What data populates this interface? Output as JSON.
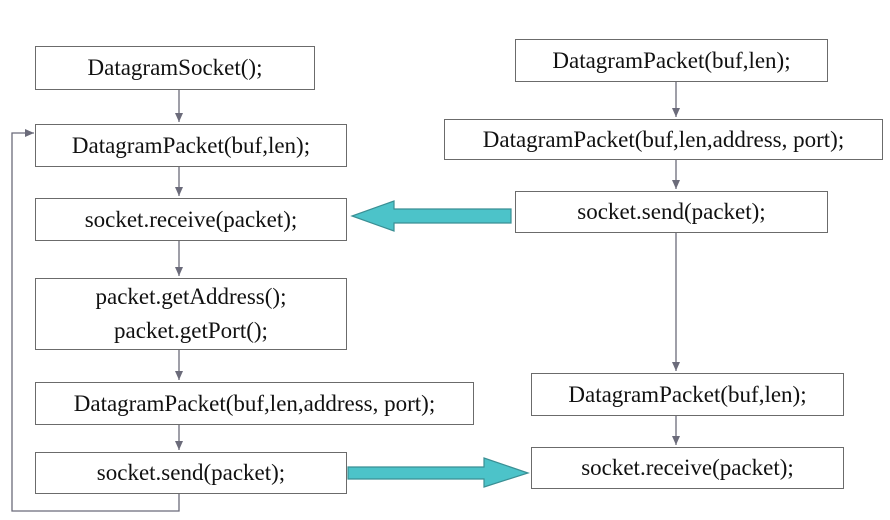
{
  "colors": {
    "connector": "#6b6b7a",
    "arrow_fill": "#4cc3c9",
    "arrow_stroke": "#3a8f94",
    "box_border": "#6b6b6b"
  },
  "server": {
    "create_socket": "DatagramSocket();",
    "create_receive_packet": "DatagramPacket(buf,len);",
    "receive": "socket.receive(packet);",
    "get_address": "packet.getAddress();",
    "get_port": "packet.getPort();",
    "create_reply_packet": "DatagramPacket(buf,len,address, port);",
    "send": "socket.send(packet);"
  },
  "client": {
    "create_buffer_packet": "DatagramPacket(buf,len);",
    "create_send_packet": "DatagramPacket(buf,len,address, port);",
    "send": "socket.send(packet);",
    "create_receive_packet": "DatagramPacket(buf,len);",
    "receive": "socket.receive(packet);"
  }
}
